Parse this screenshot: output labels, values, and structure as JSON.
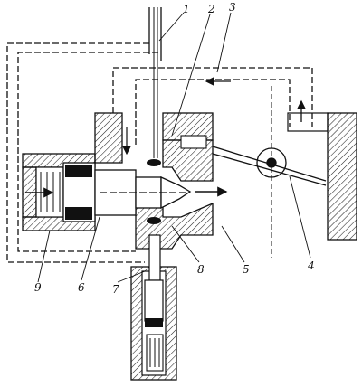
{
  "diagram": {
    "callouts": [
      {
        "id": "c1",
        "label": "1"
      },
      {
        "id": "c2",
        "label": "2"
      },
      {
        "id": "c3",
        "label": "3"
      },
      {
        "id": "c4",
        "label": "4"
      },
      {
        "id": "c5",
        "label": "5"
      },
      {
        "id": "c6",
        "label": "6"
      },
      {
        "id": "c7",
        "label": "7"
      },
      {
        "id": "c8",
        "label": "8"
      },
      {
        "id": "c9",
        "label": "9"
      }
    ],
    "colors": {
      "line": "#111111",
      "hatch": "#222222",
      "background": "#ffffff"
    }
  }
}
